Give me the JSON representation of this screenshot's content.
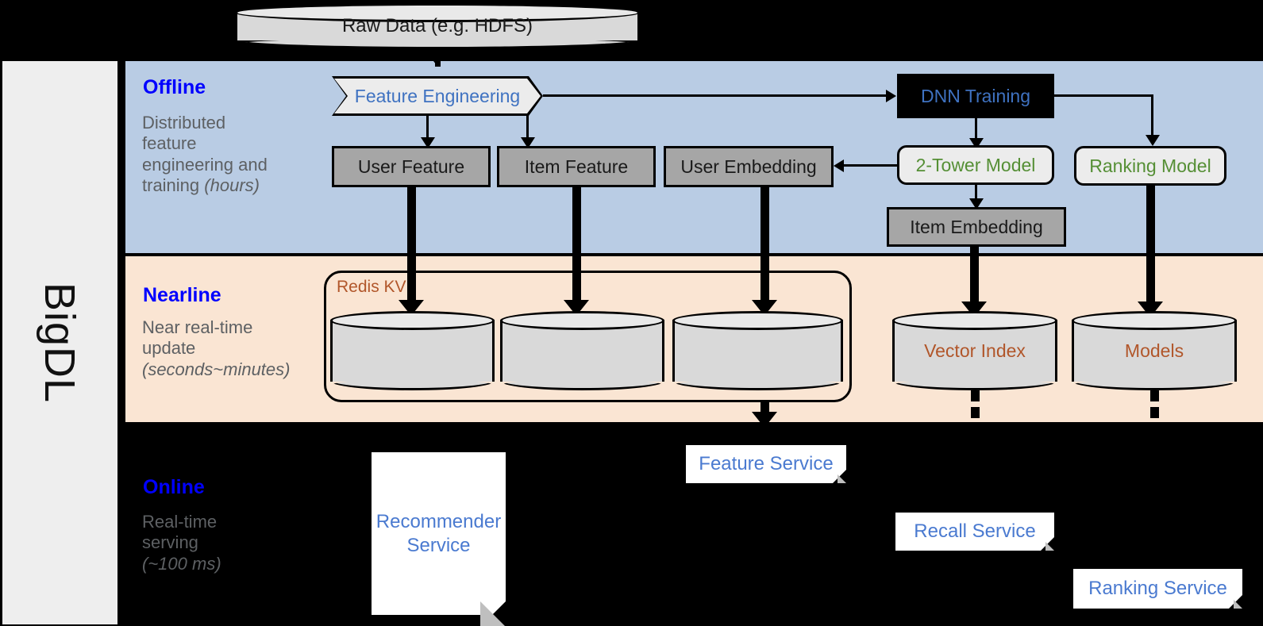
{
  "framework": {
    "name": "BigDL"
  },
  "source": {
    "label": "Raw Data (e.g. HDFS)"
  },
  "bands": [
    {
      "id": "offline",
      "title": "Offline",
      "desc_line1": "Distributed",
      "desc_line2": "feature",
      "desc_line3": "engineering and",
      "desc_line4": "training ",
      "desc_em": "(hours)"
    },
    {
      "id": "nearline",
      "title": "Nearline",
      "desc_line1": "Near real-time",
      "desc_line2": "update",
      "desc_line3": "",
      "desc_line4": "",
      "desc_em": "(seconds~minutes)"
    },
    {
      "id": "online",
      "title": "Online",
      "desc_line1": "Real-time",
      "desc_line2": "serving",
      "desc_line3": "",
      "desc_line4": "",
      "desc_em": "(~100 ms)"
    }
  ],
  "offline": {
    "feature_engineering": "Feature Engineering",
    "dnn_training": "DNN Training",
    "user_feature": "User Feature",
    "item_feature": "Item Feature",
    "user_embedding": "User Embedding",
    "two_tower_model": "2-Tower Model",
    "ranking_model": "Ranking Model",
    "item_embedding": "Item Embedding"
  },
  "nearline": {
    "redis_kv": "Redis KV",
    "store_user_feature": "",
    "store_item_feature": "",
    "store_user_embedding": "",
    "vector_index": "Vector Index",
    "models": "Models"
  },
  "online": {
    "recommender_service": "Recommender\nService",
    "recommender_service_l1": "Recommender",
    "recommender_service_l2": "Service",
    "feature_service": "Feature Service",
    "recall_service": "Recall Service",
    "ranking_service": "Ranking Service"
  },
  "colors": {
    "offline_band": "#b9cce4",
    "nearline_band": "#fae5d3",
    "online_band": "#000000",
    "band_title": "#0000ff",
    "band_desc": "#5d6063",
    "blue_node_text": "#3f72c1",
    "green_node_text": "#558f35",
    "brown_node_text": "#b1562a",
    "gray_store": "#a6a6a6",
    "light_node": "#ececec",
    "cylinder": "#d9d9d9",
    "rail": "#eeeeee",
    "service_card_text": "#4a7ad0"
  }
}
